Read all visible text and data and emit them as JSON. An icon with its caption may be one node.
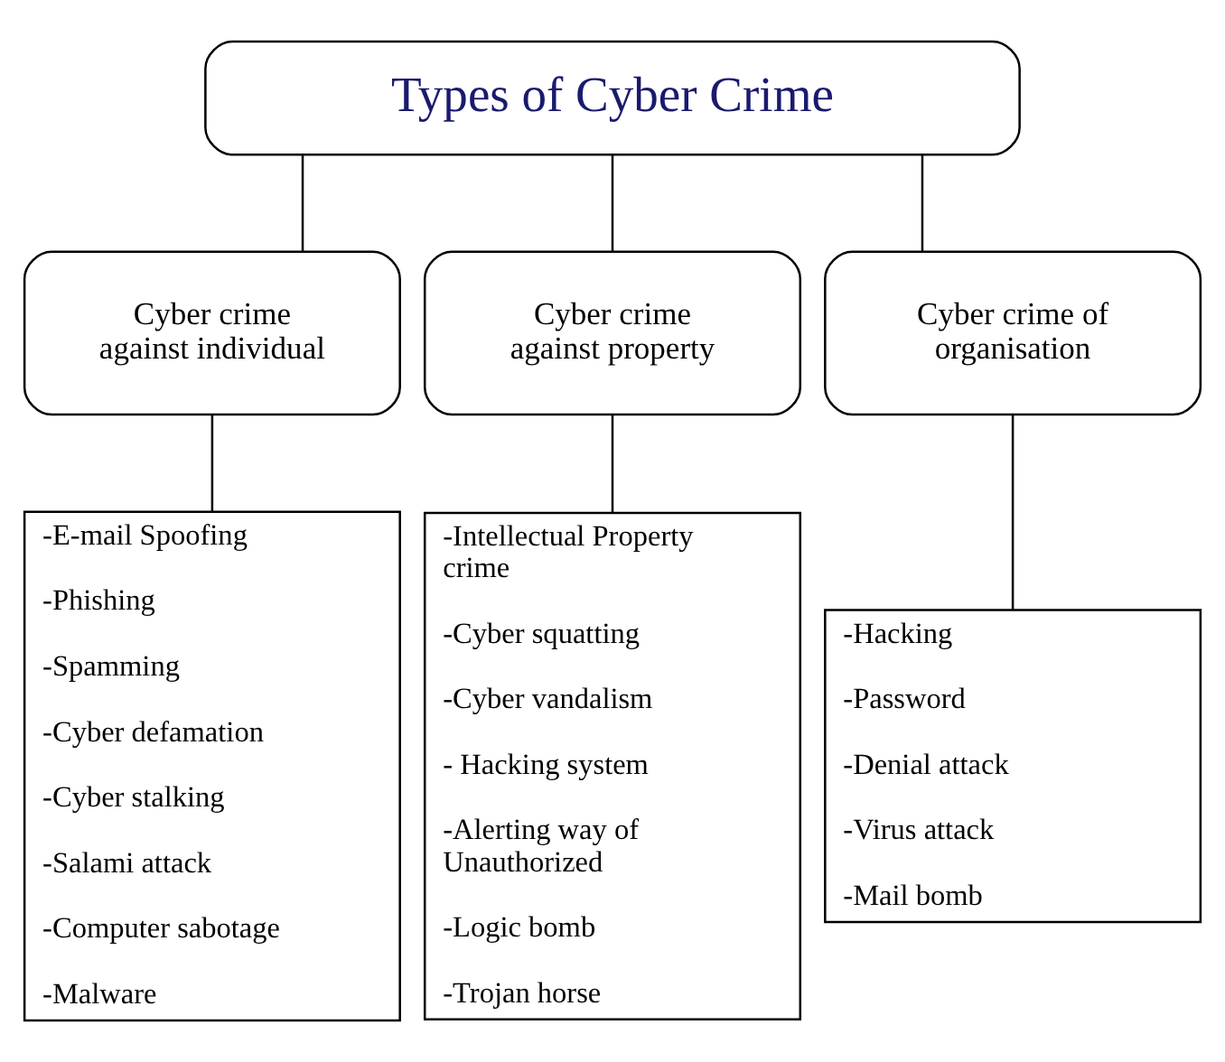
{
  "diagram": {
    "nodes": [
      {
        "text": [
          "Types of Cyber Crime"
        ]
      },
      {
        "text": [
          "Cyber crime against individual"
        ]
      },
      {
        "text": [
          "Cyber crime against property"
        ]
      },
      {
        "text": [
          "Cyber crime of organisation"
        ]
      },
      {
        "text": [
          "-E-mail Spoofing",
          "-Phishing",
          "-Spamming",
          "-Cyber defamation",
          "-Cyber stalking",
          "-Salami attack",
          "-Computer sabotage",
          "-Malware"
        ]
      },
      {
        "text": [
          "-Intellectual Property crime",
          "-Cyber squatting",
          "-Cyber vandalism",
          "- Hacking system",
          "-Alerting way of Unauthorized",
          "-Logic bomb",
          "-Trojan horse"
        ]
      },
      {
        "text": [
          "-Hacking",
          "-Password",
          "-Denial attack",
          "-Virus attack",
          "-Mail bomb"
        ]
      }
    ],
    "edges": [
      {
        "from": 0,
        "to": 1,
        "arrow": "none"
      },
      {
        "from": 0,
        "to": 2,
        "arrow": "none"
      },
      {
        "from": 0,
        "to": 3,
        "arrow": "none"
      },
      {
        "from": 1,
        "to": 4,
        "arrow": "none"
      },
      {
        "from": 2,
        "to": 5,
        "arrow": "none"
      },
      {
        "from": 3,
        "to": 6,
        "arrow": "none"
      }
    ]
  }
}
